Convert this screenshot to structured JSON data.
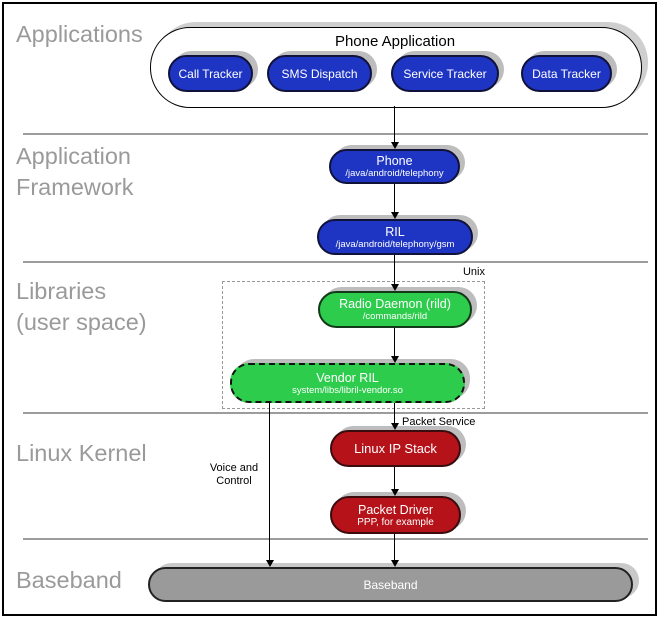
{
  "colors": {
    "blue": "#1e35c3",
    "green": "#2ecc4c",
    "red": "#b5121a",
    "gray_pill": "#9a9a9a",
    "label_gray": "#9a9a9a"
  },
  "section_labels": {
    "applications": "Applications",
    "application_framework": "Application\nFramework",
    "libraries": "Libraries\n(user space)",
    "linux_kernel": "Linux Kernel",
    "baseband": "Baseband"
  },
  "applications": {
    "container_title": "Phone Application",
    "apps": [
      {
        "label": "Call Tracker"
      },
      {
        "label": "SMS Dispatch"
      },
      {
        "label": "Service Tracker"
      },
      {
        "label": "Data Tracker"
      }
    ]
  },
  "framework": {
    "phone": {
      "title": "Phone",
      "subtitle": "/java/android/telephony"
    },
    "ril": {
      "title": "RIL",
      "subtitle": "/java/android/telephony/gsm"
    }
  },
  "libraries": {
    "unix_box_label": "Unix",
    "radio_daemon": {
      "title": "Radio Daemon (rild)",
      "subtitle": "/commands/rild"
    },
    "vendor_ril": {
      "title": "Vendor RIL",
      "subtitle": "system/libs/libril-vendor.so"
    }
  },
  "kernel": {
    "packet_service_label": "Packet Service",
    "voice_control_label": "Voice and\nControl",
    "linux_ip_stack": {
      "title": "Linux IP Stack"
    },
    "packet_driver": {
      "title": "Packet Driver",
      "subtitle": "PPP, for example"
    }
  },
  "baseband": {
    "title": "Baseband"
  }
}
